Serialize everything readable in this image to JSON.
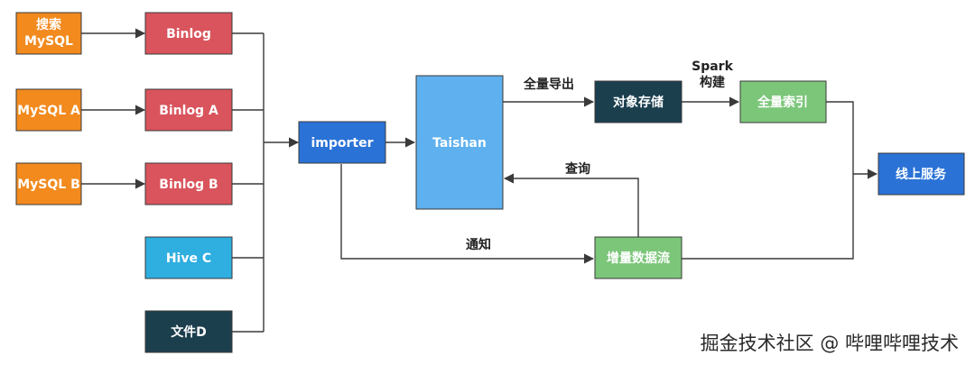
{
  "colors": {
    "orange": "#F28A1E",
    "red": "#D9545C",
    "cyan": "#2FAEE0",
    "dark_teal": "#1C3F4E",
    "blue": "#2A72D6",
    "light_blue": "#5FB0EE",
    "green": "#7CC67A",
    "line": "#3a3a3a"
  },
  "nodes": {
    "source_search_mysql": [
      "搜索",
      "MySQL"
    ],
    "source_mysql_a": "MySQL A",
    "source_mysql_b": "MySQL B",
    "binlog": "Binlog",
    "binlog_a": "Binlog A",
    "binlog_b": "Binlog B",
    "hive_c": "Hive C",
    "file_d": "文件D",
    "importer": "importer",
    "taishan": "Taishan",
    "object_storage": "对象存储",
    "full_index": "全量索引",
    "incremental_stream": "增量数据流",
    "online_service": "线上服务"
  },
  "edge_labels": {
    "full_export": "全量导出",
    "spark_build": [
      "Spark",
      "构建"
    ],
    "query": "查询",
    "notify": "通知"
  },
  "watermark": "掘金技术社区 @ 哔哩哔哩技术"
}
